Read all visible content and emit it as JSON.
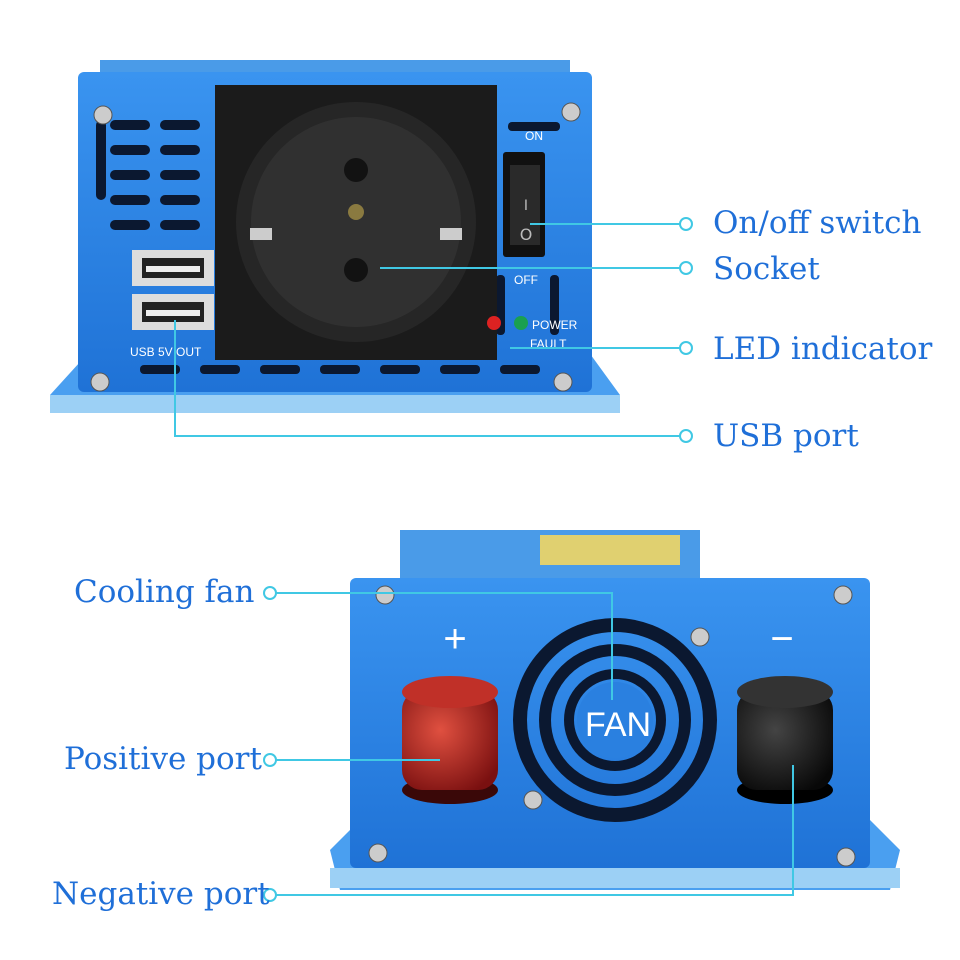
{
  "callouts_top": {
    "switch": "On/off switch",
    "socket": "Socket",
    "led": "LED indicator",
    "usb": "USB port"
  },
  "callouts_bottom": {
    "fan": "Cooling fan",
    "positive": "Positive port",
    "negative": "Negative port"
  },
  "device_text": {
    "on": "ON",
    "off": "OFF",
    "power": "POWER",
    "fault": "FAULT",
    "usb_out": "USB  5V  OUT",
    "switch_on": "I",
    "switch_off": "O",
    "fan": "FAN",
    "plus": "+",
    "minus": "−"
  },
  "colors": {
    "body": "#2f86e8",
    "label": "#1f6fd8",
    "line": "#40c8e4"
  }
}
